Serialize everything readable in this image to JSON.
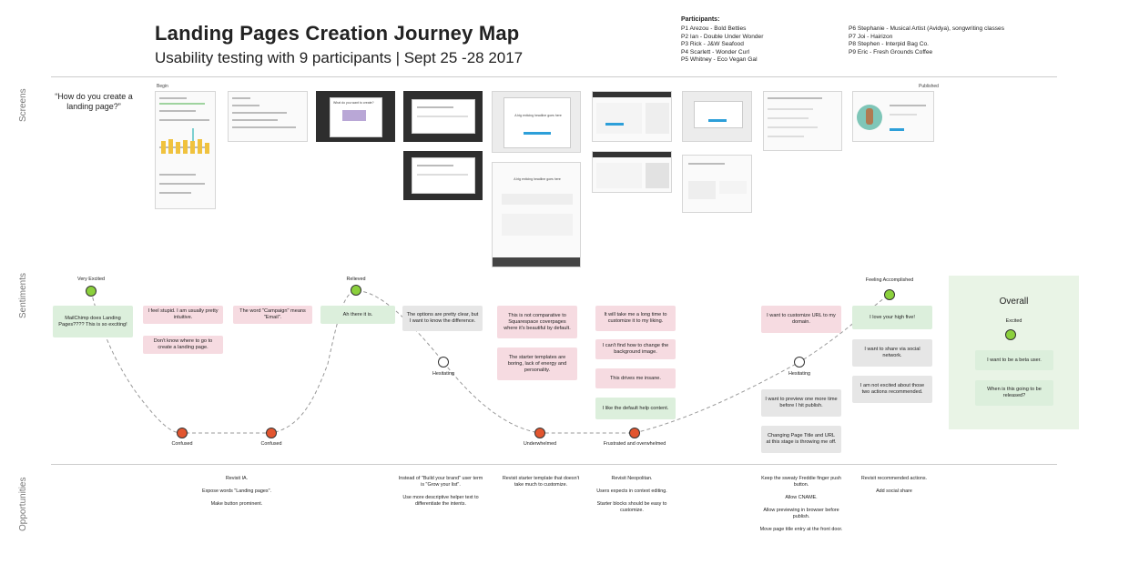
{
  "header": {
    "title": "Landing Pages Creation Journey Map",
    "subtitle": "Usability testing with 9 participants | Sept 25 -28 2017"
  },
  "participants": {
    "label": "Participants:",
    "col1": [
      "P1 Arezou - Bold Betties",
      "P2 Ian - Double Under Wonder",
      "P3 Rick - J&W Seafood",
      "P4 Scarlett - Wonder Curl",
      "P5 Whitney - Eco Vegan Gal"
    ],
    "col2": [
      "P6 Stephanie - Musical Artist (Avidya), songwriting classes",
      "P7 Joi - Hairizon",
      "P8 Stephen - Interpid Bag Co.",
      "P9 Eric - Fresh Grounds Coffee"
    ]
  },
  "sections": {
    "screens": "Screens",
    "sentiments": "Sentiments",
    "opportunities": "Opportunities"
  },
  "screens": {
    "question": "“How do you create a landing page?”",
    "begin": "Begin",
    "published": "Published",
    "mock": {
      "headline": "A big enticing headline goes here",
      "headline2": "A big enticing headline goes here",
      "question": "What do you want to create?"
    }
  },
  "sentiments": {
    "faces": [
      {
        "label": "Very Excited",
        "mood": "happy"
      },
      {
        "label": "Confused",
        "mood": "sad"
      },
      {
        "label": "Confused",
        "mood": "sad"
      },
      {
        "label": "Relieved",
        "mood": "happy"
      },
      {
        "label": "Hesitating",
        "mood": "neutral"
      },
      {
        "label": "Underwhelmed",
        "mood": "sad"
      },
      {
        "label": "Frustrated and overwhelmed",
        "mood": "sad"
      },
      {
        "label": "Hesitating",
        "mood": "neutral"
      },
      {
        "label": "Feeling Accomplished",
        "mood": "happy"
      }
    ],
    "cards": [
      "MailChimp does Landing Pages???? This is so exciting!",
      "I feel stupid. I am usually pretty intuitive.",
      "Don't know where to go to create a landing page.",
      "The word \"Campaign\" means \"Email\".",
      "Ah there it is.",
      "The options are pretty clear, but I want to know the difference.",
      "This is not comparative to Squarespace coverpages where it's beautiful by default.",
      "The starter templates are boring, lack of energy and personality.",
      "It will take me a long time to customize it to my liking.",
      "I can't find how to change the background image.",
      "This drives me insane.",
      "I like the default help content.",
      "I want to customize URL to my domain.",
      "I want to preview one more time before I hit publish.",
      "Changing Page Title and URL at this stage is throwing me off.",
      "I love your high five!",
      "I want to share via social network.",
      "I am not excited about those two actions recommended."
    ],
    "overall": {
      "title": "Overall",
      "mood_label": "Excited",
      "cards": [
        "I want to be a beta user.",
        "When is this going to be released?"
      ]
    }
  },
  "opportunities": [
    "Revisit IA.\n\nExpose words \"Landing pages\".\n\nMake button prominent.",
    "Instead of \"Build your brand\" user term is \"Grow your list\".\n\nUse more descriptive helper text to differentiate the intents.",
    "Revisit starter template that doesn't take much to customize.",
    "Revisit Neopolitan.\n\nUsers expects in context editing.\n\nStarter blocks should be easy to customize.",
    "Keep the sweaty Freddie finger push button.\n\nAllow CNAME.\n\nAllow previewing in browser before publish.\n\nMove page title entry at the front door.",
    "Revisit recommended actions.\n\nAdd social share"
  ],
  "colors": {
    "negative": "#f6dbe1",
    "positive": "#dcefdc",
    "neutral": "#e6e6e6",
    "overall_bg": "#e9f4e6",
    "happy_face": "#8bd03c",
    "sad_face": "#e2552f"
  }
}
